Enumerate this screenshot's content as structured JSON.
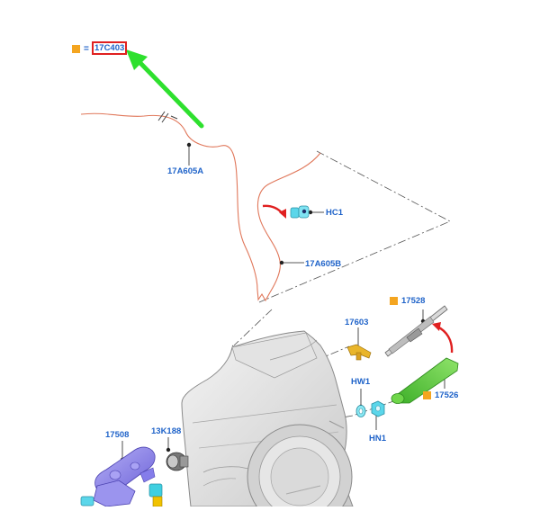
{
  "legend": {
    "equals": "=",
    "code": "17C403"
  },
  "labels": {
    "p17A605A": "17A605A",
    "pHC1": "HC1",
    "p17A605B": "17A605B",
    "p17528": "17528",
    "p17603": "17603",
    "pHW1": "HW1",
    "p17526": "17526",
    "pHN1": "HN1",
    "p17508": "17508",
    "p13K188": "13K188"
  },
  "colors": {
    "label_blue": "#1f63c9",
    "marker_orange": "#f4a520",
    "pointer_green": "#2ee02e",
    "pointer_red": "#e02020",
    "wire": "#e0775a",
    "arm_green": "#5fcf3a",
    "motor_purple": "#8f86ea",
    "clip_cyan": "#5bd6ea",
    "nozzle_orange": "#e9b52a"
  }
}
